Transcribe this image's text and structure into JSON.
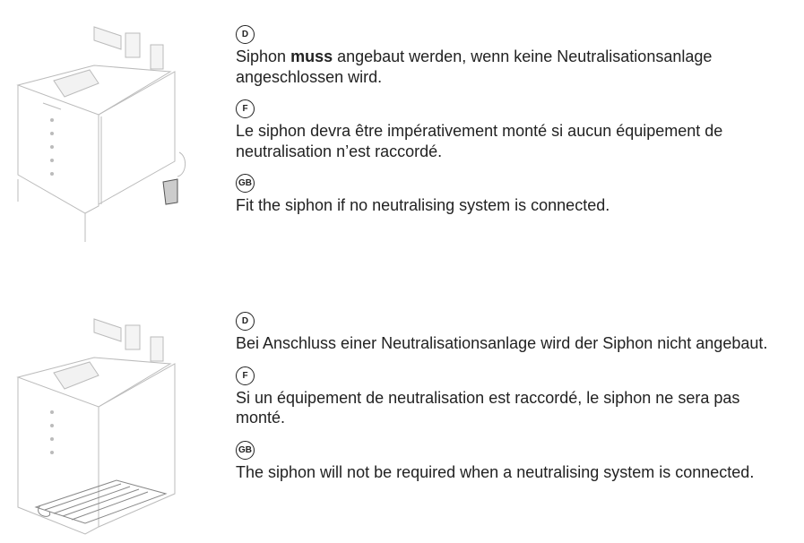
{
  "sections": [
    {
      "items": [
        {
          "lang": "D",
          "pre": "Siphon ",
          "bold": "muss",
          "post": " angebaut werden, wenn keine Neutralisationsanlage angeschlossen wird."
        },
        {
          "lang": "F",
          "text": "Le siphon devra être impérativement monté si aucun équipement de neutralisation n’est raccordé."
        },
        {
          "lang": "GB",
          "text": "Fit the siphon if no neutralising system is connected."
        }
      ]
    },
    {
      "items": [
        {
          "lang": "D",
          "text": "Bei Anschluss einer Neutralisationsanlage wird der Siphon nicht angebaut."
        },
        {
          "lang": "F",
          "text": "Si un équipement de neutralisation est raccordé, le siphon ne sera pas monté."
        },
        {
          "lang": "GB",
          "text": "The siphon will not be required when a neutralising system is connected."
        }
      ]
    }
  ]
}
